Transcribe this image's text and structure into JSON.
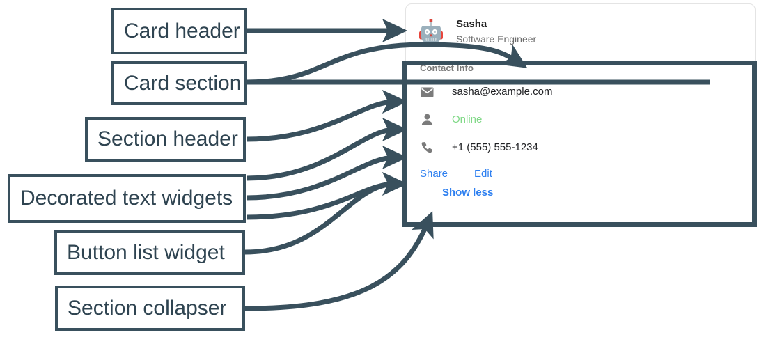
{
  "annotations": {
    "labels": [
      {
        "id": "card-header",
        "text": "Card header"
      },
      {
        "id": "card-section",
        "text": "Card section"
      },
      {
        "id": "section-header",
        "text": "Section header"
      },
      {
        "id": "decorated-text",
        "text": "Decorated text widgets"
      },
      {
        "id": "button-list",
        "text": "Button list widget"
      },
      {
        "id": "section-collapser",
        "text": "Section collapser"
      }
    ],
    "stroke_color": "#39505d",
    "text_color": "#2f4451"
  },
  "card": {
    "header": {
      "avatar_icon": "robot-avatar-icon",
      "title": "Sasha",
      "subtitle": "Software Engineer"
    },
    "section": {
      "header": "Contact Info",
      "rows": [
        {
          "icon": "email-icon",
          "text": "sasha@example.com",
          "style": "default"
        },
        {
          "icon": "person-icon",
          "text": "Online",
          "style": "online"
        },
        {
          "icon": "phone-icon",
          "text": "+1 (555) 555-1234",
          "style": "default"
        }
      ],
      "buttons": [
        {
          "label": "Share"
        },
        {
          "label": "Edit"
        }
      ],
      "collapser": "Show less"
    },
    "colors": {
      "link": "#2d7ff0",
      "online": "#81d988",
      "section_header": "#7a7a7a",
      "body_text": "#202124",
      "card_border": "#e4e4e4"
    }
  }
}
